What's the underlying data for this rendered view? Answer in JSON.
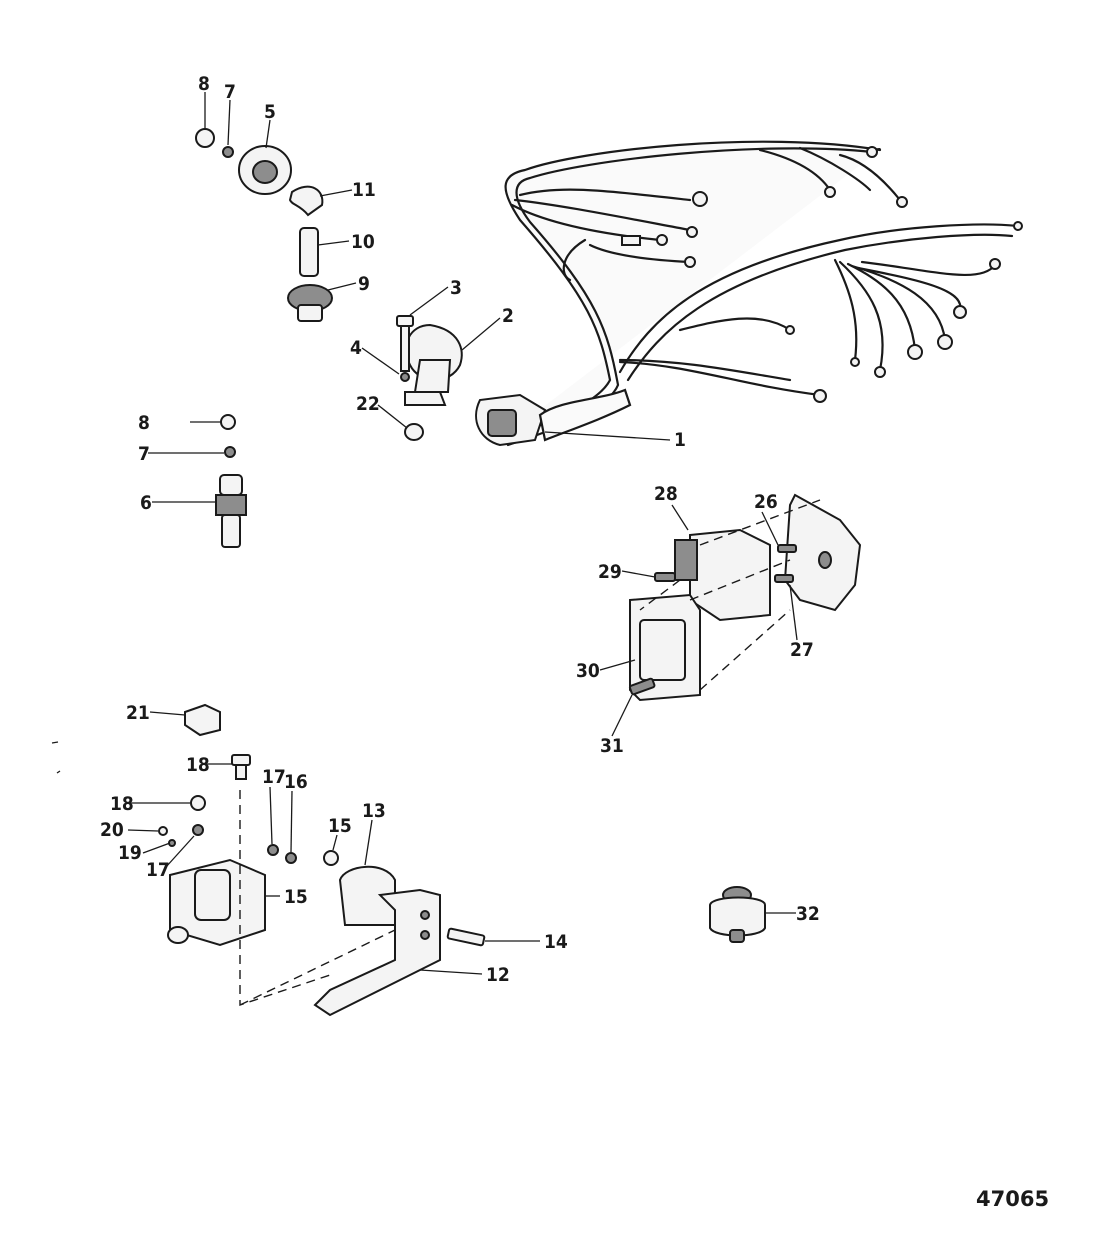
{
  "drawing_number": "47065",
  "callouts": {
    "c1": "1",
    "c2": "2",
    "c3": "3",
    "c4": "4",
    "c5": "5",
    "c6": "6",
    "c7a": "7",
    "c7b": "7",
    "c8a": "8",
    "c8b": "8",
    "c9": "9",
    "c10": "10",
    "c11": "11",
    "c12": "12",
    "c13": "13",
    "c14": "14",
    "c15a": "15",
    "c15b": "15",
    "c16": "16",
    "c17a": "17",
    "c17b": "17",
    "c18a": "18",
    "c18b": "18",
    "c19": "19",
    "c20": "20",
    "c21": "21",
    "c22": "22",
    "c26": "26",
    "c27": "27",
    "c28": "28",
    "c29": "29",
    "c30": "30",
    "c31": "31",
    "c32": "32"
  }
}
